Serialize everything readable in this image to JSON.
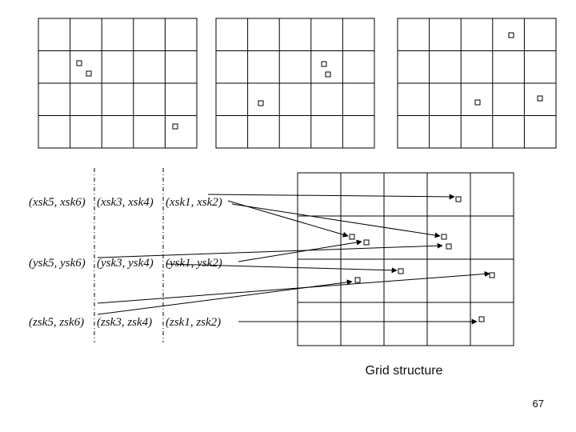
{
  "key_rows": [
    {
      "pairs": [
        "(xsk5, xsk6)",
        "(xsk3, xsk4)",
        "(xsk1, xsk2)"
      ]
    },
    {
      "pairs": [
        "(ysk5, ysk6)",
        "(ysk3, ysk4)",
        "(ysk1, ysk2)"
      ]
    },
    {
      "pairs": [
        "(zsk5, zsk6)",
        "(zsk3, zsk4)",
        "(zsk1, zsk2)"
      ]
    }
  ],
  "caption": "Grid structure",
  "page_number": "67"
}
